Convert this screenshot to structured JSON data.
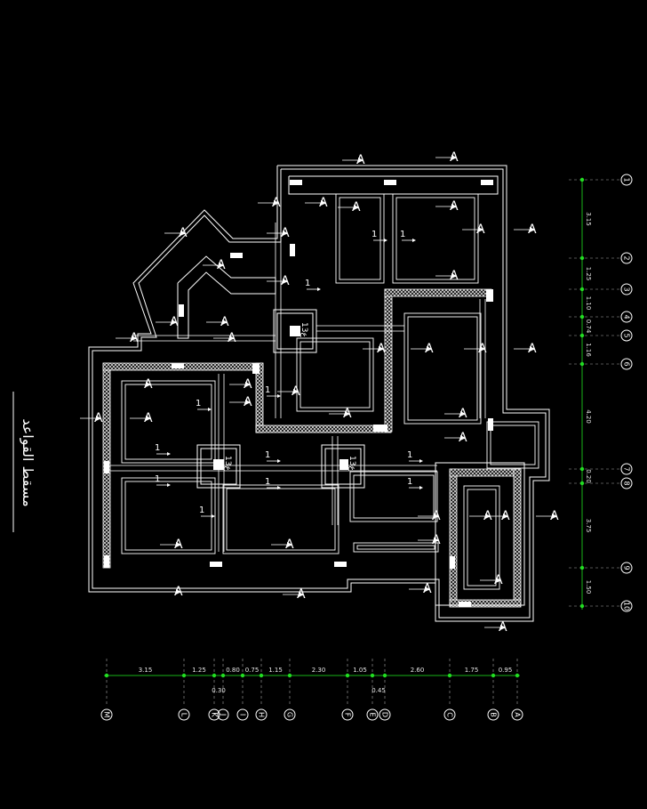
{
  "title": "مسقط القواعد",
  "colors": {
    "background": "#000000",
    "lines": "#ffffff",
    "dimension_line": "#17b317",
    "dimension_dot": "#22dd22"
  },
  "bottom_axes": {
    "labels": [
      "M",
      "L",
      "K",
      "J",
      "I",
      "H",
      "G",
      "F",
      "E",
      "D",
      "C",
      "B",
      "A"
    ],
    "spacings": [
      "3.15",
      "1.25",
      "0.80",
      "0.75",
      "1.15",
      "2.30",
      "1.05",
      "2.60",
      "1.75",
      "0.95"
    ],
    "small_spacings": [
      "0.30",
      "0.45"
    ]
  },
  "right_axes": {
    "labels": [
      "1",
      "2",
      "3",
      "4",
      "5",
      "6",
      "7",
      "8",
      "9",
      "10"
    ],
    "spacings": [
      "3.15",
      "1.25",
      "1.10",
      "0.74",
      "1.16",
      "4.20",
      "0.20",
      "3.75",
      "1.50"
    ]
  },
  "section_label": "A",
  "section_number": "1",
  "column_label": "ع13"
}
